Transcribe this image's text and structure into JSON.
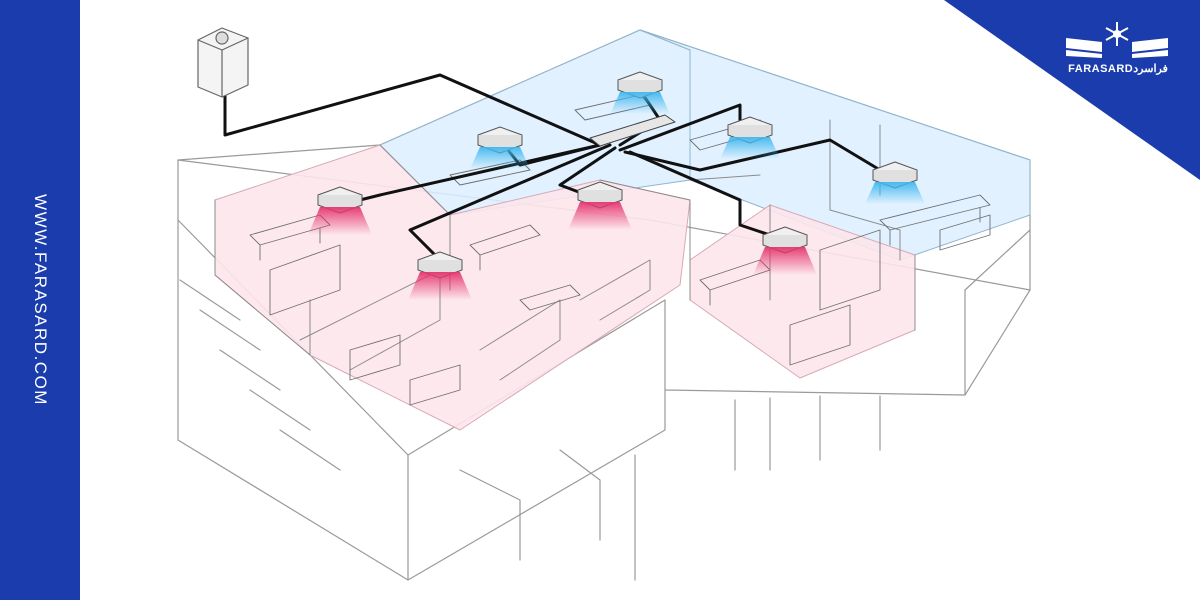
{
  "brand": {
    "website": "WWW.FARASARD.COM",
    "logo_text": "FARASARD",
    "logo_text_fa": "فراسرد",
    "primary_color": "#1a3cad"
  },
  "diagram": {
    "cool_zone_color": "#dcefff",
    "warm_zone_color": "#fde6ec",
    "cool_unit_color": "#3fb7ef",
    "warm_unit_color": "#e4356e",
    "pipe_color": "#111111"
  }
}
